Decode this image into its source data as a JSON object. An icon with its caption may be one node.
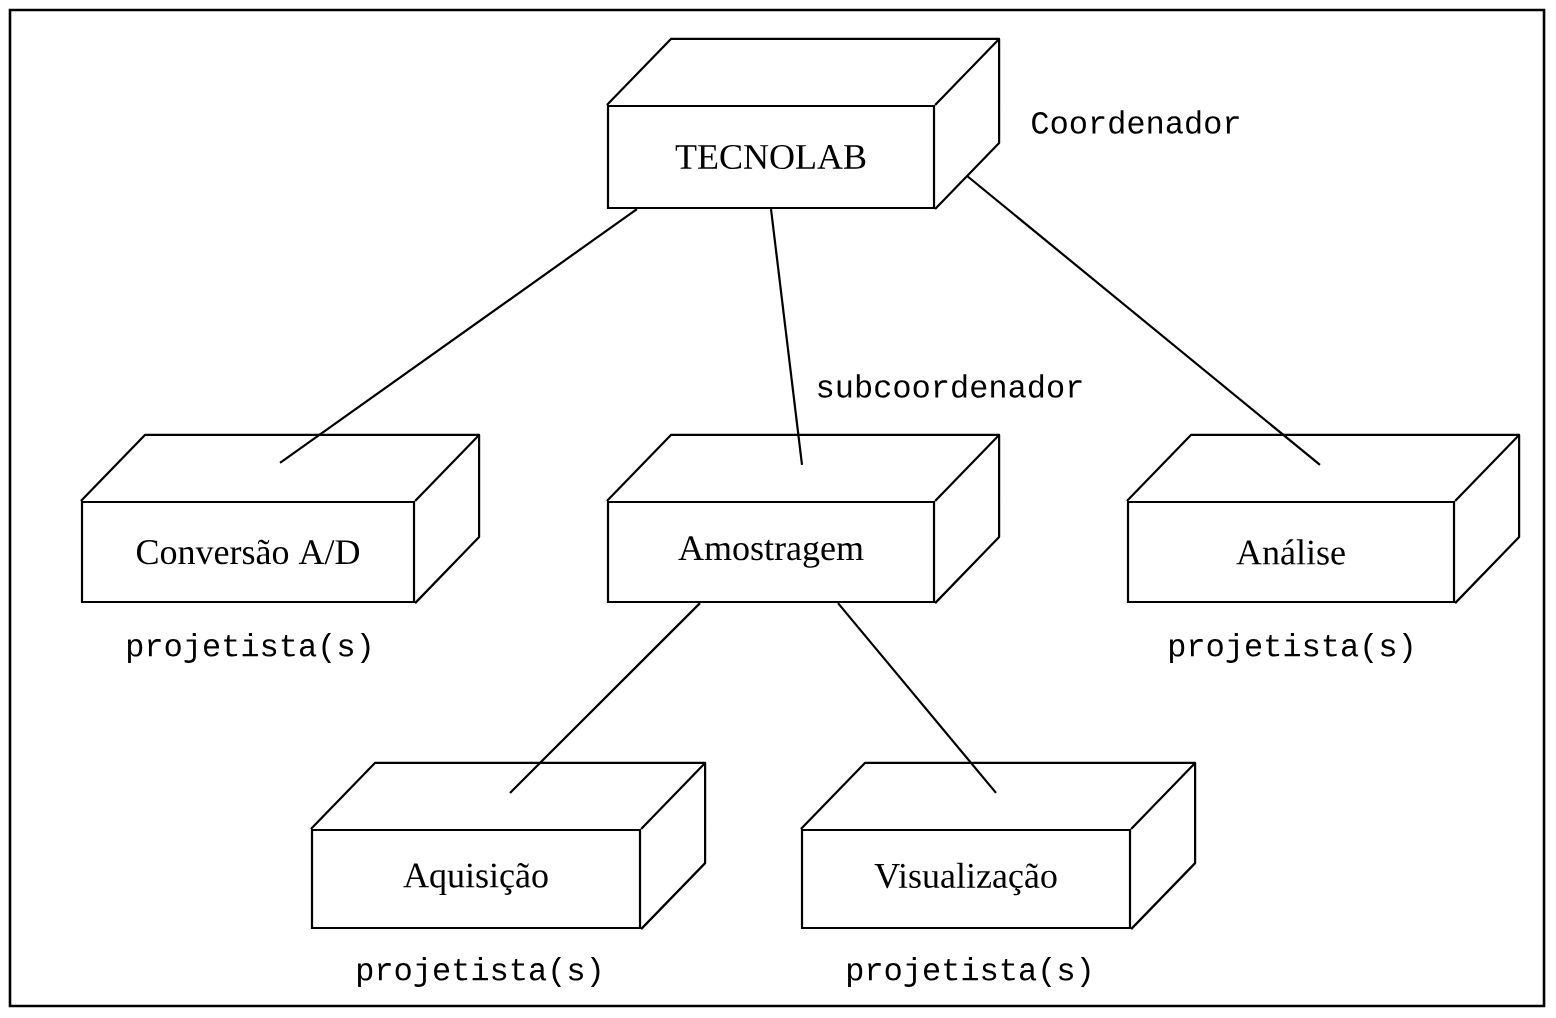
{
  "diagram": {
    "nodes": [
      {
        "text": [
          "TECNOLAB"
        ],
        "beside": [
          "Coordenador"
        ]
      },
      {
        "text": [
          "Conversão A/D"
        ],
        "beside": [
          "projetista(s)"
        ]
      },
      {
        "text": [
          "Amostragem"
        ],
        "beside": [
          "subcoordenador"
        ]
      },
      {
        "text": [
          "Análise"
        ],
        "beside": [
          "projetista(s)"
        ]
      },
      {
        "text": [
          "Aquisição"
        ],
        "beside": [
          "projetista(s)"
        ]
      },
      {
        "text": [
          "Visualização"
        ],
        "beside": [
          "projetista(s)"
        ]
      }
    ],
    "edges": [
      {
        "from": 0,
        "to": 1,
        "arrow": "none"
      },
      {
        "from": 0,
        "to": 2,
        "arrow": "none"
      },
      {
        "from": 0,
        "to": 3,
        "arrow": "none"
      },
      {
        "from": 2,
        "to": 4,
        "arrow": "none"
      },
      {
        "from": 2,
        "to": 5,
        "arrow": "none"
      }
    ]
  }
}
